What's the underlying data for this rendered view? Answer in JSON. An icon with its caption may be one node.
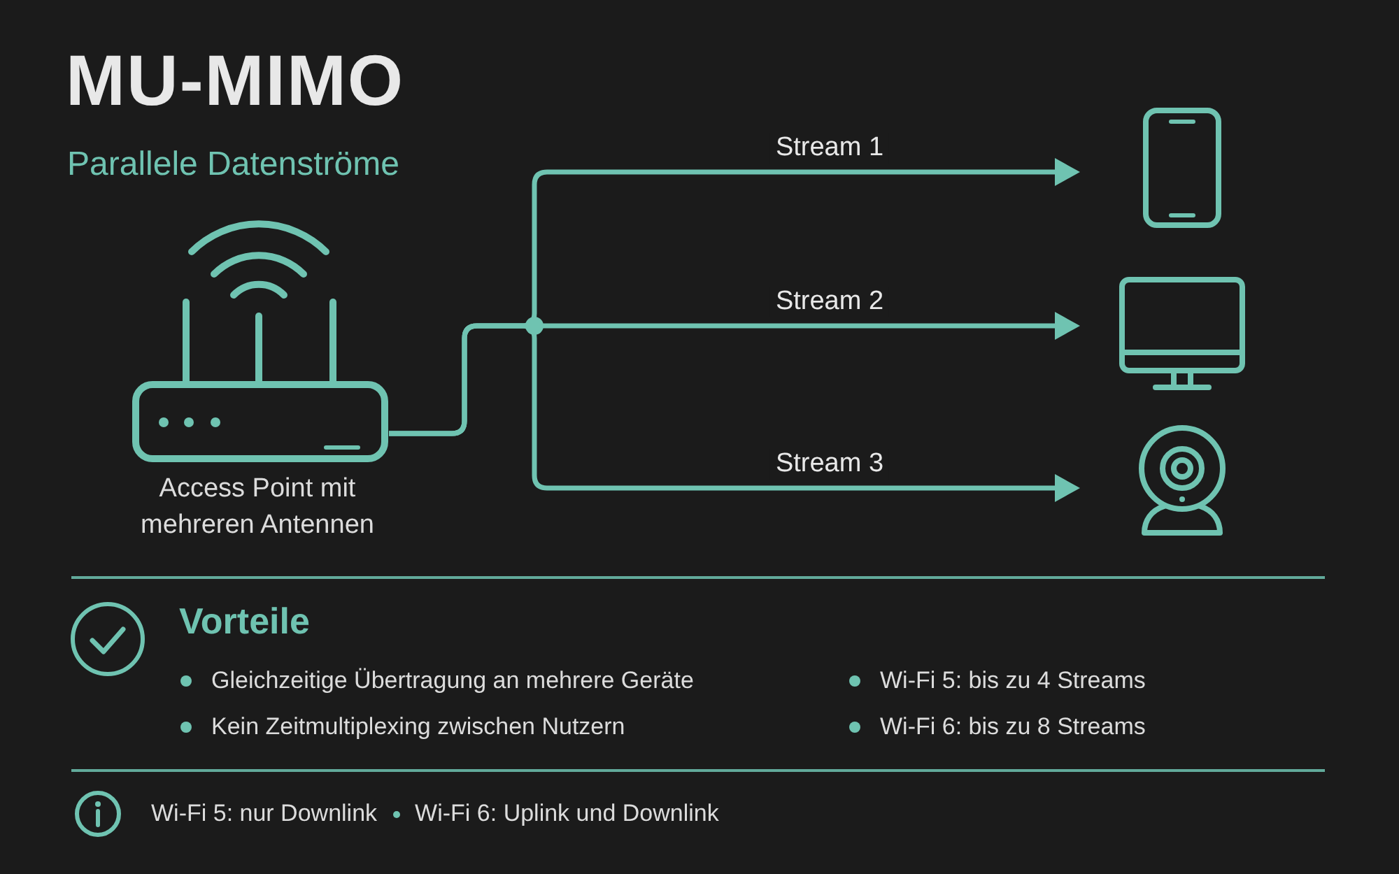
{
  "diagram": {
    "title": "MU-MIMO",
    "nodes": [
      {
        "text": [],
        "shape": "picture",
        "beside": [
          "Access Point mit mehreren Antennen"
        ]
      },
      {
        "text": [],
        "shape": "picture"
      },
      {
        "text": [],
        "shape": "picture"
      },
      {
        "text": [],
        "shape": "picture"
      }
    ],
    "edges": [
      {
        "from": 0,
        "to": 1,
        "arrow": "to",
        "label": "Stream 1"
      },
      {
        "from": 0,
        "to": 2,
        "arrow": "to",
        "label": "Stream 2"
      },
      {
        "from": 0,
        "to": 3,
        "arrow": "to",
        "label": "Stream 3"
      }
    ],
    "labels": [
      "Parallele Datenströme",
      "Vorteile",
      "Gleichzeitige Übertragung an mehrere Geräte",
      "Kein Zeitmultiplexing zwischen Nutzern",
      "Wi-Fi 5: bis zu 4 Streams",
      "Wi-Fi 6: bis zu 8 Streams",
      "Wi-Fi 5: nur Downlink",
      "Wi-Fi 6: Uplink und Downlink"
    ]
  }
}
